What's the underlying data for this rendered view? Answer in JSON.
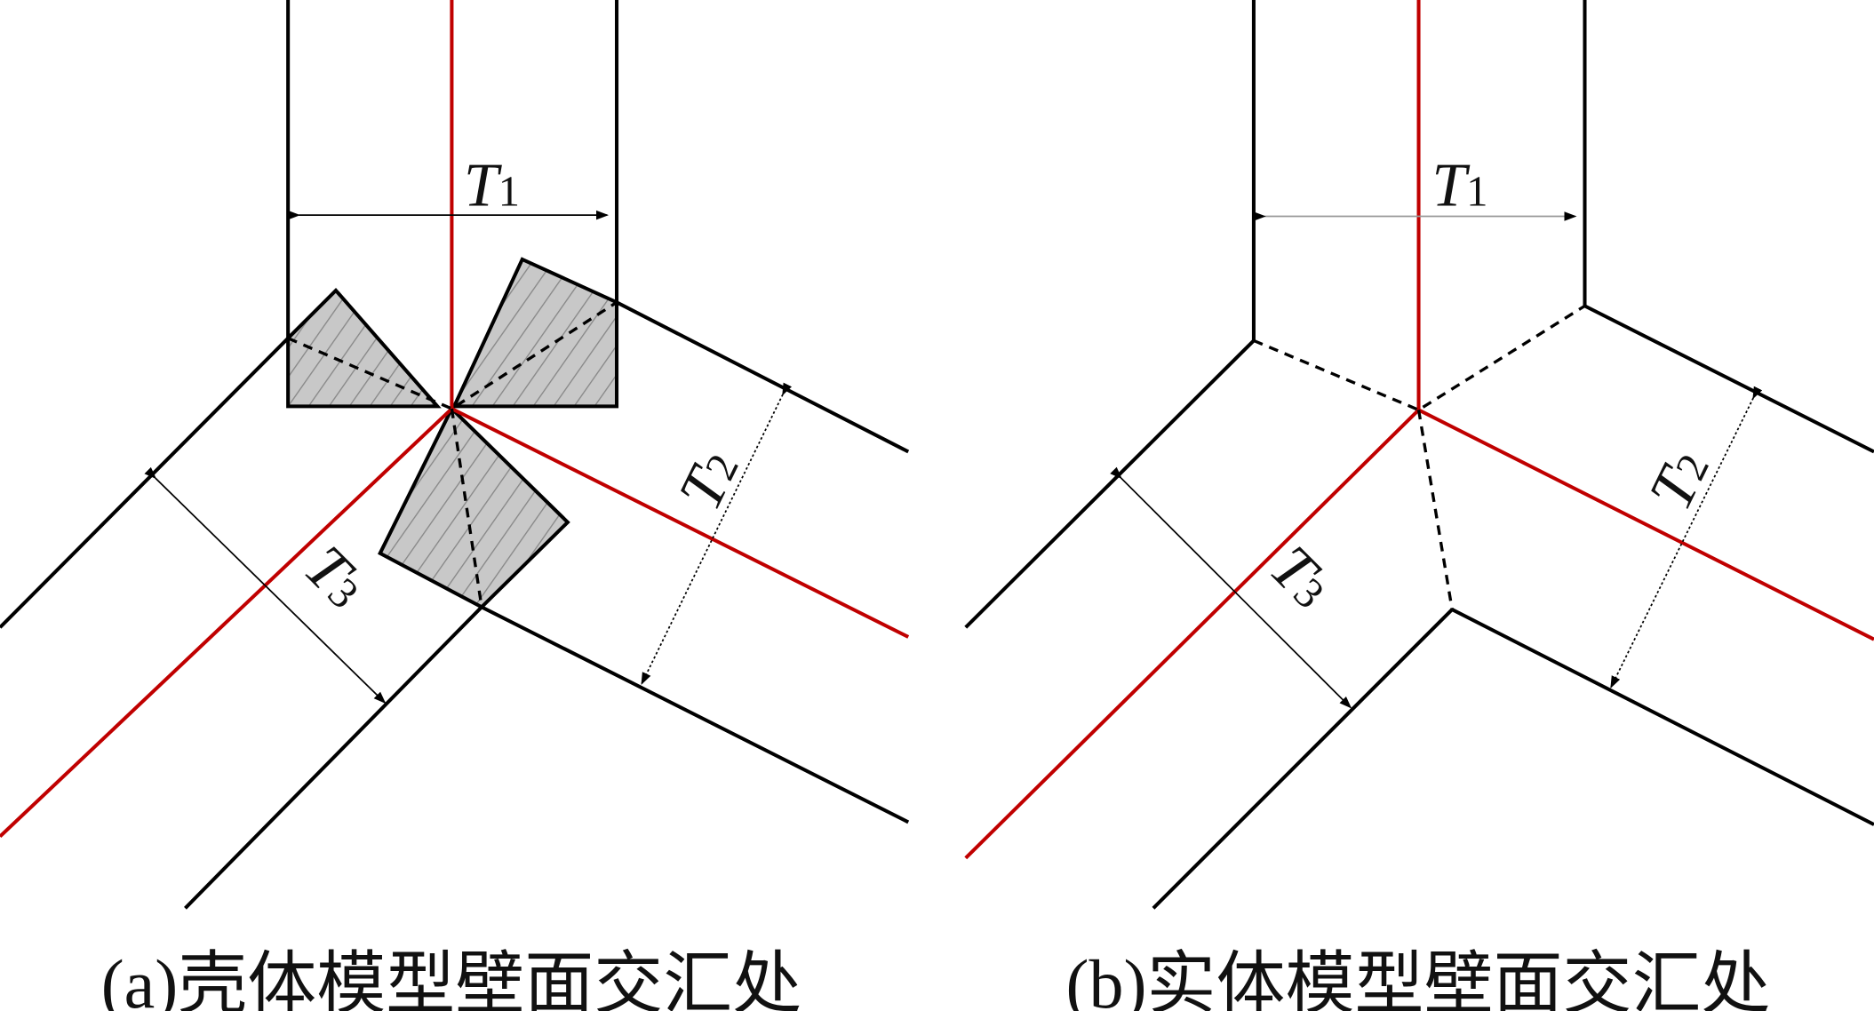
{
  "panels": [
    {
      "caption": "(a)壳体模型壁面交汇处",
      "labels": {
        "t1": "T",
        "t1_sub": "1",
        "t2": "T",
        "t2_sub": "2",
        "t3": "T",
        "t3_sub": "3"
      }
    },
    {
      "caption": "(b)实体模型壁面交汇处",
      "labels": {
        "t1": "T",
        "t1_sub": "1",
        "t2": "T",
        "t2_sub": "2",
        "t3": "T",
        "t3_sub": "3"
      }
    }
  ],
  "colors": {
    "wall": "#000000",
    "midsurface": "#c00000",
    "hatch": "#bdbdbd"
  }
}
